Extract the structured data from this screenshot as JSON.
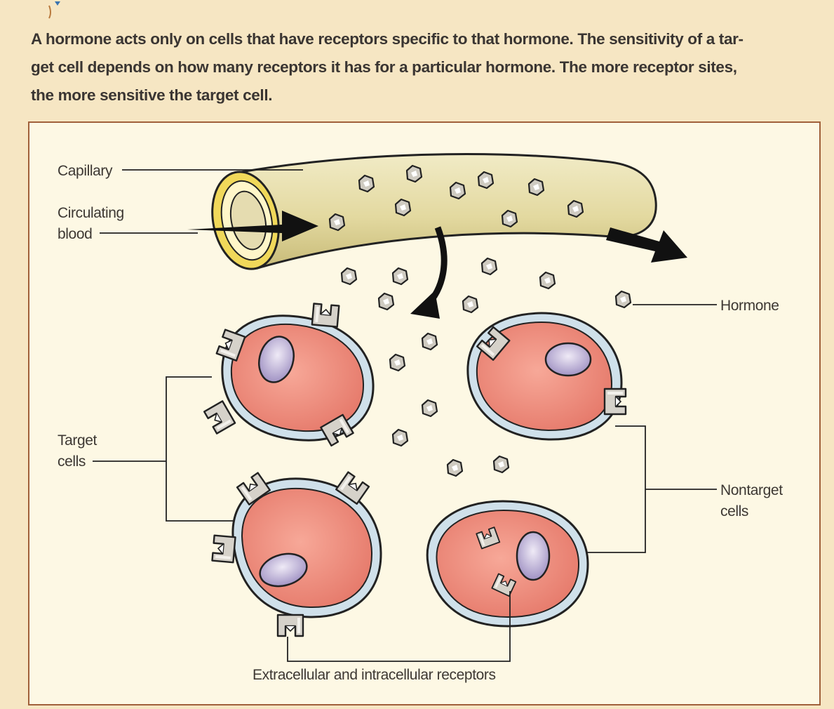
{
  "caption": {
    "line1": "A hormone acts only on cells that have receptors specific to that hormone. The sensitivity of a tar-",
    "line2": "get cell depends on how many receptors it has for a particular hormone. The more receptor sites,",
    "line3": "the more sensitive the target cell."
  },
  "labels": {
    "capillary": "Capillary",
    "circulating": "Circulating",
    "blood": "blood",
    "hormone": "Hormone",
    "target1": "Target",
    "target2": "cells",
    "nontarget1": "Nontarget",
    "nontarget2": "cells",
    "receptors": "Extracellular and intracellular receptors"
  },
  "colors": {
    "background": "#f6e6c3",
    "panel": "#fdf8e4",
    "border": "#a0603a",
    "capillary": "#e8dfa8",
    "cell": "#ee8c7e",
    "nucleus": "#b6a8cf",
    "receptor": "#d4d0c8"
  }
}
